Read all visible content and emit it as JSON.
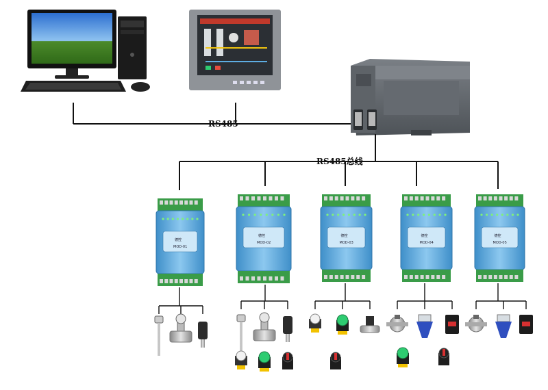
{
  "labels": {
    "rs485": "RS485",
    "rs485_bus": "RS485总线"
  },
  "modules": [
    {
      "brand": "德控",
      "model": "MOD-01"
    },
    {
      "brand": "德控",
      "model": "MOD-02"
    },
    {
      "brand": "德控",
      "model": "MOD-03"
    },
    {
      "brand": "德控",
      "model": "MOD-04"
    },
    {
      "brand": "德控",
      "model": "MOD-05"
    }
  ],
  "device_groups": [
    [
      "thermometer",
      "flowmeter",
      "pressure-transmitter"
    ],
    [
      "thermometer",
      "flowmeter",
      "pressure-transmitter",
      "indicator-lamp",
      "push-button",
      "selector-switch"
    ],
    [
      "indicator-lamp",
      "push-button",
      "solenoid-valve",
      "selector-switch"
    ],
    [
      "valve",
      "butterfly-valve",
      "contactor",
      "push-button",
      "selector-switch"
    ],
    [
      "valve",
      "butterfly-valve",
      "contactor"
    ]
  ],
  "colors": {
    "line": "#111111",
    "module_body": "#6fb7e6",
    "module_body_dark": "#3f8fc9",
    "terminal_green": "#3a9c48",
    "plc_body": "#6c7177",
    "panel_frame": "#8f9398",
    "screen_bg": "#2b2f34"
  }
}
